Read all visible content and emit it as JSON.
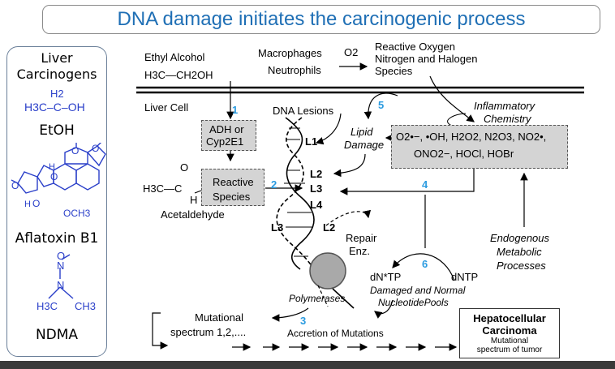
{
  "title": "DNA damage initiates the carcinogenic process",
  "left_panel": {
    "heading_line1": "Liver",
    "heading_line2": "Carcinogens",
    "etoh": {
      "label": "EtOH",
      "struct_top": "H2",
      "struct_main": "H3C–C–OH"
    },
    "aflatoxin": {
      "label": "Aflatoxin B1",
      "och3": "OCH3",
      "h_top": "H",
      "h_bottom": "H",
      "o1": "O",
      "o2": "O",
      "o3": "O",
      "o4": "O",
      "o5": "O"
    },
    "ndma": {
      "label": "NDMA",
      "o": "O",
      "n1": "N",
      "n2": "N",
      "ch3_left": "H3C",
      "ch3_right": "CH3"
    }
  },
  "diagram": {
    "ethyl_alcohol": "Ethyl Alcohol",
    "ethanol_formula": "H3C—CH2OH",
    "liver_cell": "Liver Cell",
    "macrophages": "Macrophages",
    "neutrophils": "Neutrophils",
    "o2": "O2",
    "ros_line1": "Reactive Oxygen",
    "ros_line2": "Nitrogen and Halogen",
    "ros_line3": "Species",
    "adh_line1": "ADH or",
    "adh_line2": "Cyp2E1",
    "reactive_line1": "Reactive",
    "reactive_line2": "Species",
    "acetaldehyde": "Acetaldehyde",
    "acet_formula": "H3C—C",
    "acet_o": "O",
    "acet_h": "H",
    "dna_lesions": "DNA Lesions",
    "lipid_damage_line1": "Lipid",
    "lipid_damage_line2": "Damage",
    "inflammatory_line1": "Inflammatory",
    "inflammatory_line2": "Chemistry",
    "oxidants_line1": "O2•−, •OH, H2O2, N2O3, NO2•,",
    "oxidants_line2": "ONO2−, HOCl, HOBr",
    "lesions": [
      "L1",
      "L2",
      "L3",
      "L4",
      "L2",
      "L3"
    ],
    "repair_line1": "Repair",
    "repair_line2": "Enz.",
    "endogenous_line1": "Endogenous",
    "endogenous_line2": "Metabolic",
    "endogenous_line3": "Processes",
    "dntp_damaged": "dN*TP",
    "dntp": "dNTP",
    "pools_line1": "Damaged and Normal",
    "pools_line2": "NucleotidePools",
    "polymerases": "Polymerases",
    "mutational_line1": "Mutational",
    "mutational_line2": "spectrum 1,2,....",
    "accretion": "Accretion of Mutations",
    "hcc_line1": "Hepatocellular",
    "hcc_line2": "Carcinoma",
    "hcc_line3": "Mutational",
    "hcc_line4": "spectrum of tumor",
    "step_numbers": [
      "1",
      "2",
      "3",
      "4",
      "5",
      "6"
    ]
  },
  "colors": {
    "title": "#1f6fb5",
    "chem": "#2a3fc9",
    "step_numbers": "#2b9be0",
    "box_fill": "#d4d4d4"
  }
}
